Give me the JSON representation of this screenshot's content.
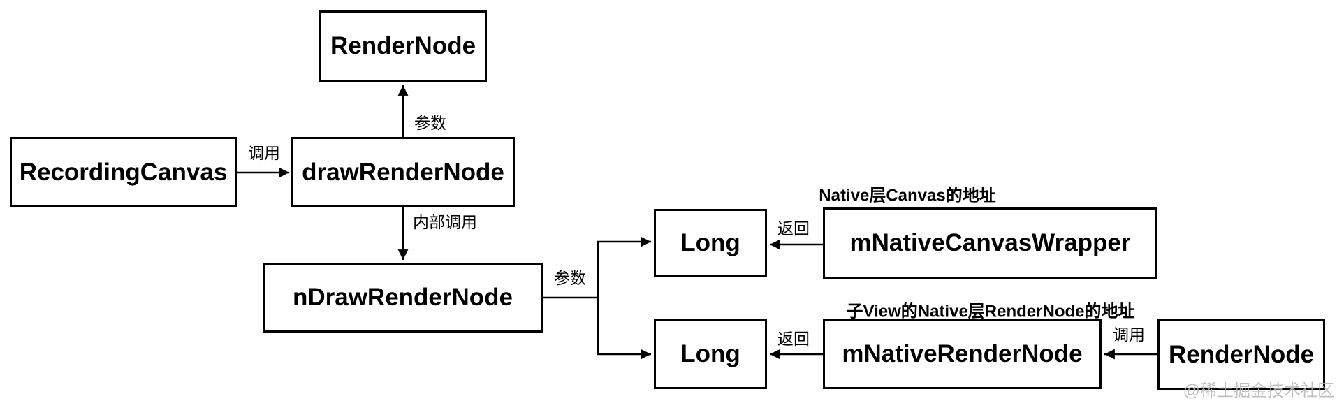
{
  "diagram": {
    "type": "flowchart",
    "colors": {
      "background": "#ffffff",
      "stroke": "#000000",
      "text": "#000000",
      "watermark": "#b5b5b5"
    },
    "nodes": [
      {
        "id": "render-node-top",
        "label": "RenderNode"
      },
      {
        "id": "recording-canvas",
        "label": "RecordingCanvas"
      },
      {
        "id": "draw-render-node",
        "label": "drawRenderNode"
      },
      {
        "id": "n-draw-render-node",
        "label": "nDrawRenderNode"
      },
      {
        "id": "long-top",
        "label": "Long"
      },
      {
        "id": "m-native-canvas-wrapper",
        "label": "mNativeCanvasWrapper"
      },
      {
        "id": "long-bottom",
        "label": "Long"
      },
      {
        "id": "m-native-render-node",
        "label": "mNativeRenderNode"
      },
      {
        "id": "render-node-bottom",
        "label": "RenderNode"
      }
    ],
    "edge_labels": [
      {
        "id": "call-1",
        "text": "调用"
      },
      {
        "id": "param-1",
        "text": "参数"
      },
      {
        "id": "internal-call",
        "text": "内部调用"
      },
      {
        "id": "param-2",
        "text": "参数"
      },
      {
        "id": "return-1",
        "text": "返回"
      },
      {
        "id": "return-2",
        "text": "返回"
      },
      {
        "id": "call-2",
        "text": "调用"
      }
    ],
    "annotations": [
      {
        "id": "canvas-address",
        "text": "Native层Canvas的地址"
      },
      {
        "id": "rendernode-address",
        "text": "子View的Native层RenderNode的地址"
      }
    ],
    "edges": [
      {
        "from": "recording-canvas",
        "to": "draw-render-node",
        "label": "调用"
      },
      {
        "from": "draw-render-node",
        "to": "render-node-top",
        "label": "参数"
      },
      {
        "from": "draw-render-node",
        "to": "n-draw-render-node",
        "label": "内部调用"
      },
      {
        "from": "n-draw-render-node",
        "to": "long-top",
        "label": "参数"
      },
      {
        "from": "n-draw-render-node",
        "to": "long-bottom",
        "label": "参数"
      },
      {
        "from": "m-native-canvas-wrapper",
        "to": "long-top",
        "label": "返回"
      },
      {
        "from": "m-native-render-node",
        "to": "long-bottom",
        "label": "返回"
      },
      {
        "from": "render-node-bottom",
        "to": "m-native-render-node",
        "label": "调用"
      }
    ],
    "watermark": {
      "text": "@稀土掘金技术社区"
    }
  }
}
